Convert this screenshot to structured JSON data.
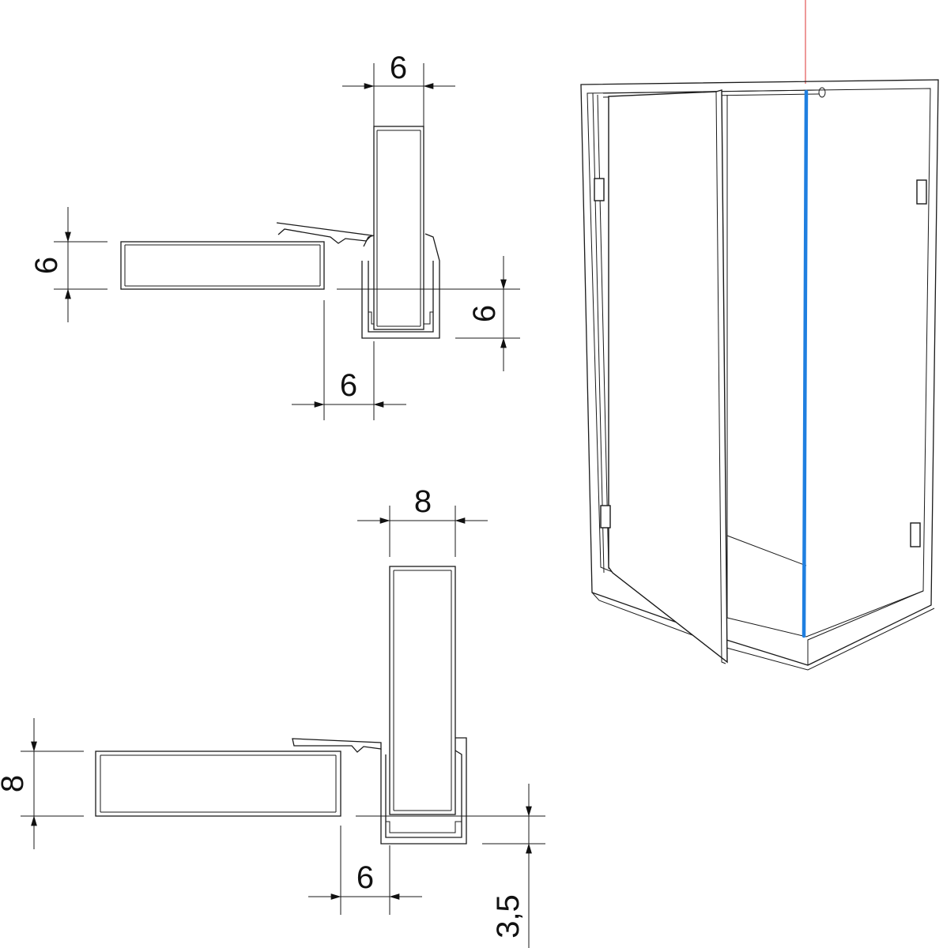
{
  "colors": {
    "line": "#1a1a1a",
    "highlight": "#1f7fe0",
    "pointer": "#e25555",
    "background": "#ffffff"
  },
  "profile_6mm": {
    "glass_width": "6",
    "glass_thickness": "6",
    "offset": "6",
    "channel_depth": "6"
  },
  "profile_8mm": {
    "glass_width": "8",
    "glass_thickness": "8",
    "offset": "6",
    "channel_depth": "3,5"
  }
}
